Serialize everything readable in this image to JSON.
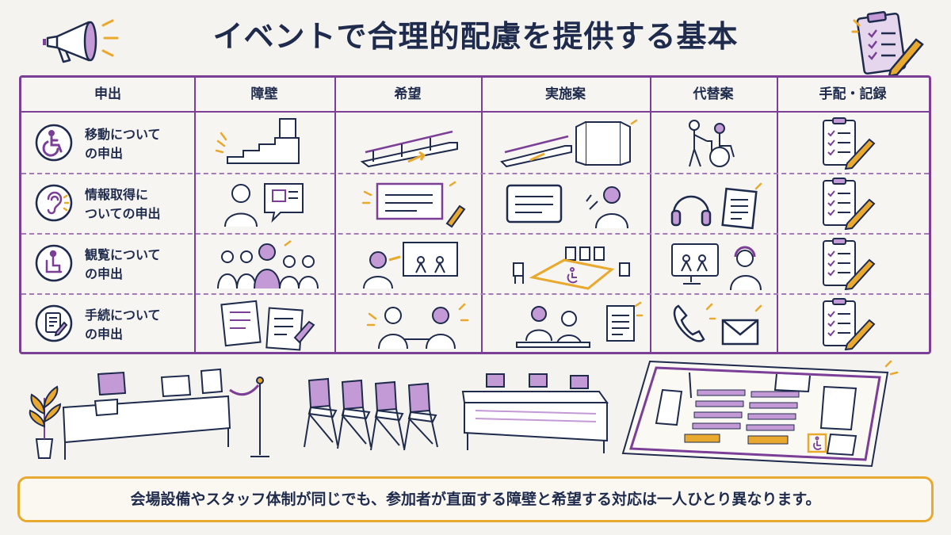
{
  "title": "イベントで合理的配慮を提供する基本",
  "columns": [
    "申出",
    "障壁",
    "希望",
    "実施案",
    "代替案",
    "手配・記録"
  ],
  "rows": [
    {
      "icon": "wheelchair-icon",
      "label": "移動について\nの申出"
    },
    {
      "icon": "hearing-icon",
      "label": "情報取得に\nついての申出"
    },
    {
      "icon": "seated-person-icon",
      "label": "観覧について\nの申出"
    },
    {
      "icon": "document-pen-icon",
      "label": "手続について\nの申出"
    }
  ],
  "footer": "会場設備やスタッフ体制が同じでも、参加者が直面する障壁と希望する対応は一人ひとり異なります。",
  "colors": {
    "purple": "#7b3f98",
    "navy": "#1e2b4d",
    "orange": "#e9a92e",
    "background": "#f5f3ef"
  }
}
